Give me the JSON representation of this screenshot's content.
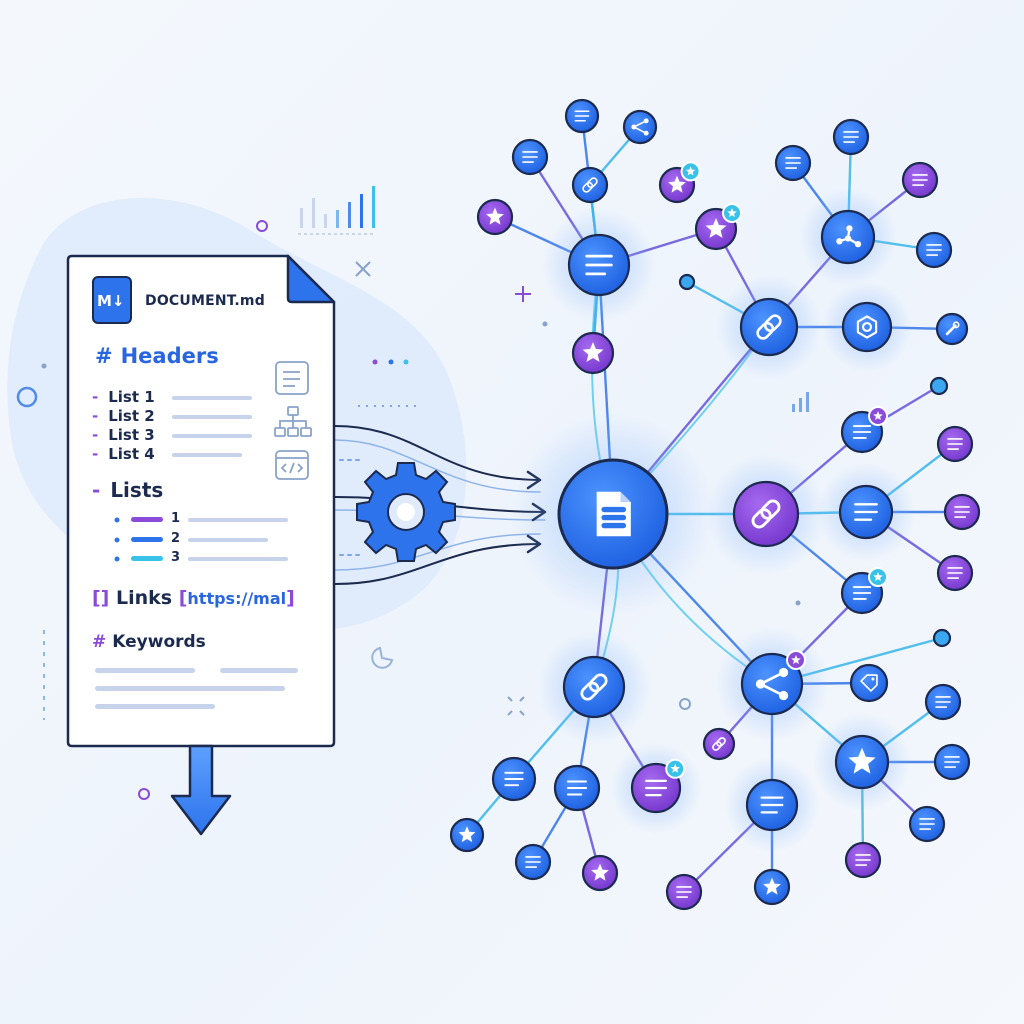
{
  "document": {
    "badge": "M↓",
    "title": "DOCUMENT.md",
    "heading_prefix": "#",
    "heading": "Headers",
    "list_items": [
      "List 1",
      "List 2",
      "List 3",
      "List 4"
    ],
    "list_marker": "-",
    "lists_heading": "Lists",
    "ordered_numbers": [
      "1",
      "2",
      "3"
    ],
    "links_label": "Links",
    "links_url": "https://mal",
    "keywords_label": "Keywords"
  },
  "colors": {
    "blue": "#2d73ec",
    "purple": "#8a4bd8",
    "cyan": "#38c2ea",
    "navy": "#1b2a4e"
  },
  "graph": {
    "center": {
      "icon": "document-icon"
    },
    "hubs": [
      {
        "icon": "document-lines-icon",
        "color": "#2d73ec"
      },
      {
        "icon": "link-icon",
        "color": "#2d73ec"
      },
      {
        "icon": "link-icon",
        "color": "#8a4bd8"
      },
      {
        "icon": "share-icon",
        "color": "#2d73ec"
      },
      {
        "icon": "link-icon",
        "color": "#2d73ec"
      }
    ]
  }
}
